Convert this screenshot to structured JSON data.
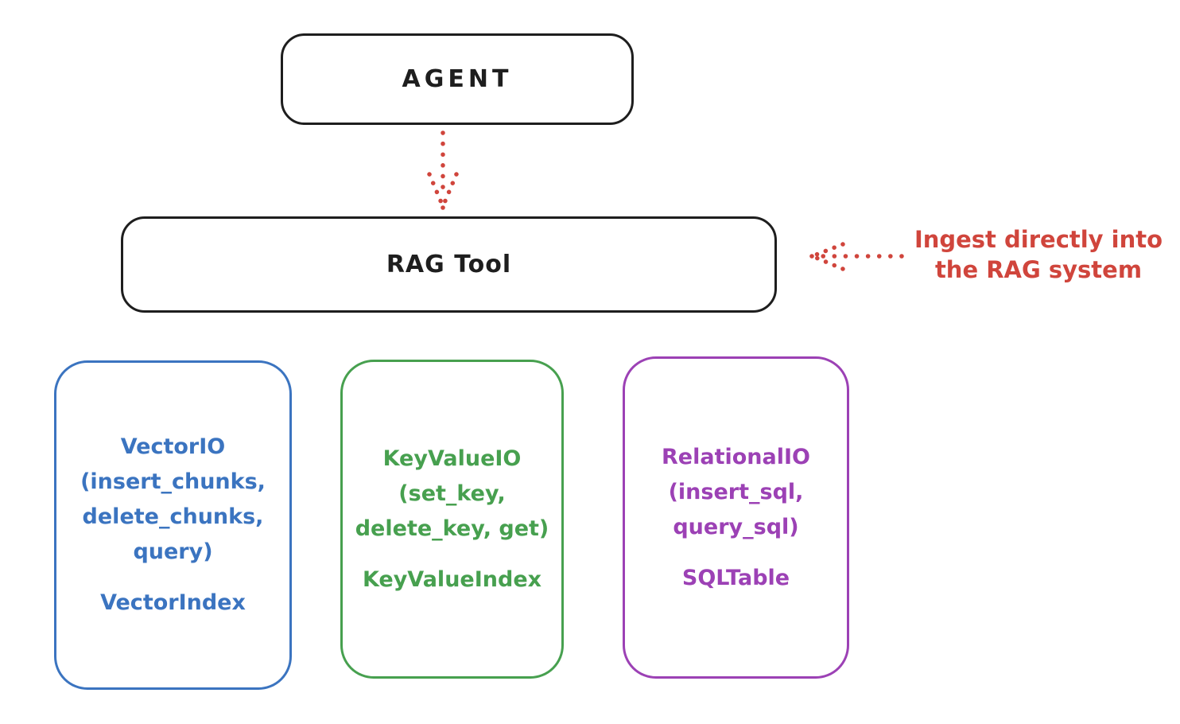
{
  "colors": {
    "bg": "#ffffff",
    "black": "#1e1e1e",
    "red": "#d0453c",
    "blue": "#3b74c0",
    "green": "#47a04f",
    "purple": "#9c41b5"
  },
  "agent_box": {
    "label": "AGENT"
  },
  "rag_box": {
    "label": "RAG Tool"
  },
  "annotation": {
    "line1": "Ingest directly into",
    "line2": "the RAG system"
  },
  "arrows": [
    {
      "name": "agent-to-rag-arrow",
      "style": "dotted",
      "color": "#d0453c",
      "direction": "down"
    },
    {
      "name": "ingest-arrow",
      "style": "dotted",
      "color": "#d0453c",
      "direction": "left"
    }
  ],
  "storage_boxes": [
    {
      "id": "vector-io",
      "color": "#3b74c0",
      "lines": [
        "VectorIO",
        "(insert_chunks,",
        "delete_chunks,",
        "query)"
      ],
      "index": "VectorIndex"
    },
    {
      "id": "keyvalue-io",
      "color": "#47a04f",
      "lines": [
        "KeyValueIO",
        "(set_key,",
        "delete_key, get)"
      ],
      "index": "KeyValueIndex"
    },
    {
      "id": "relational-io",
      "color": "#9c41b5",
      "lines": [
        "RelationalIO",
        "(insert_sql,",
        "query_sql)"
      ],
      "index": "SQLTable"
    }
  ]
}
